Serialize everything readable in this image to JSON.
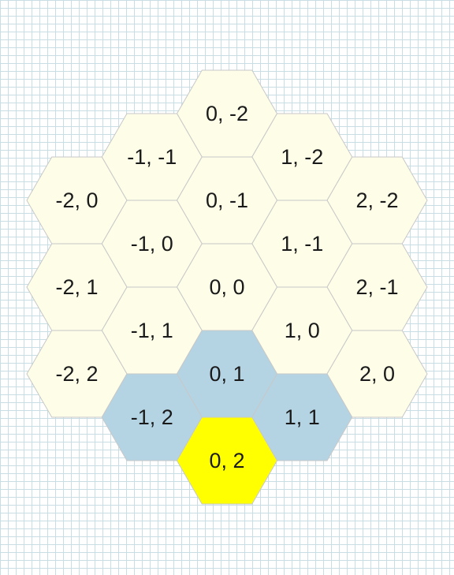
{
  "colors": {
    "default_fill": "#fdfde8",
    "neighbor_fill": "#b4d4e4",
    "selected_fill": "#ffff00",
    "grid_line": "#c9dde5",
    "hex_stroke": "#c8c8c8"
  },
  "hexes": [
    {
      "q": 0,
      "r": -2,
      "label": "0, -2",
      "state": "default"
    },
    {
      "q": -1,
      "r": -1,
      "label": "-1, -1",
      "state": "default"
    },
    {
      "q": 1,
      "r": -2,
      "label": "1, -2",
      "state": "default"
    },
    {
      "q": -2,
      "r": 0,
      "label": "-2, 0",
      "state": "default"
    },
    {
      "q": 0,
      "r": -1,
      "label": "0, -1",
      "state": "default"
    },
    {
      "q": 2,
      "r": -2,
      "label": "2, -2",
      "state": "default"
    },
    {
      "q": -1,
      "r": 0,
      "label": "-1, 0",
      "state": "default"
    },
    {
      "q": 1,
      "r": -1,
      "label": "1, -1",
      "state": "default"
    },
    {
      "q": -2,
      "r": 1,
      "label": "-2, 1",
      "state": "default"
    },
    {
      "q": 0,
      "r": 0,
      "label": "0, 0",
      "state": "default"
    },
    {
      "q": 2,
      "r": -1,
      "label": "2, -1",
      "state": "default"
    },
    {
      "q": -1,
      "r": 1,
      "label": "-1, 1",
      "state": "default"
    },
    {
      "q": 1,
      "r": 0,
      "label": "1, 0",
      "state": "default"
    },
    {
      "q": -2,
      "r": 2,
      "label": "-2, 2",
      "state": "default"
    },
    {
      "q": 0,
      "r": 1,
      "label": "0, 1",
      "state": "neighbor"
    },
    {
      "q": 2,
      "r": 0,
      "label": "2, 0",
      "state": "default"
    },
    {
      "q": -1,
      "r": 2,
      "label": "-1, 2",
      "state": "neighbor"
    },
    {
      "q": 1,
      "r": 1,
      "label": "1, 1",
      "state": "neighbor"
    },
    {
      "q": 0,
      "r": 2,
      "label": "0, 2",
      "state": "selected"
    }
  ]
}
